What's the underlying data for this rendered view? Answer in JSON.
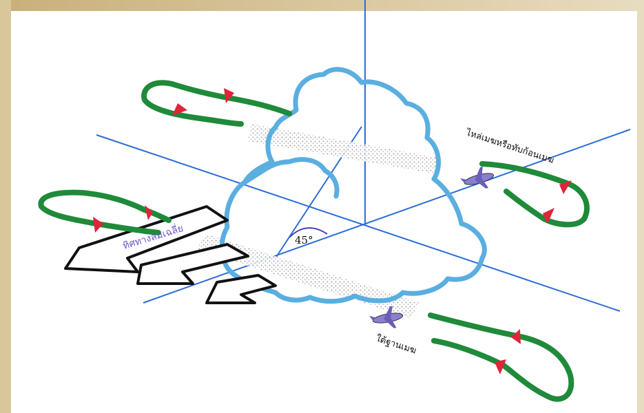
{
  "labels": {
    "angle": "45°",
    "wind_arrow_text": "ทิศทางลมเฉลี่ย",
    "label_top": "ไหล่เมฆหรือทับก้อนเมฆ",
    "label_bottom": "ใต้ฐานเมฆ"
  },
  "colors": {
    "band_left": "#d8c79a",
    "band_top": "#c9b07a",
    "band_right": "#e8dcc0",
    "axis": "#2b6cd6",
    "cloud": "#5aaee0",
    "loop": "#1f8a3a",
    "arrow_head": "#e0243a",
    "plane": "#8a7fd0"
  },
  "icons": [
    "plane-icon"
  ]
}
